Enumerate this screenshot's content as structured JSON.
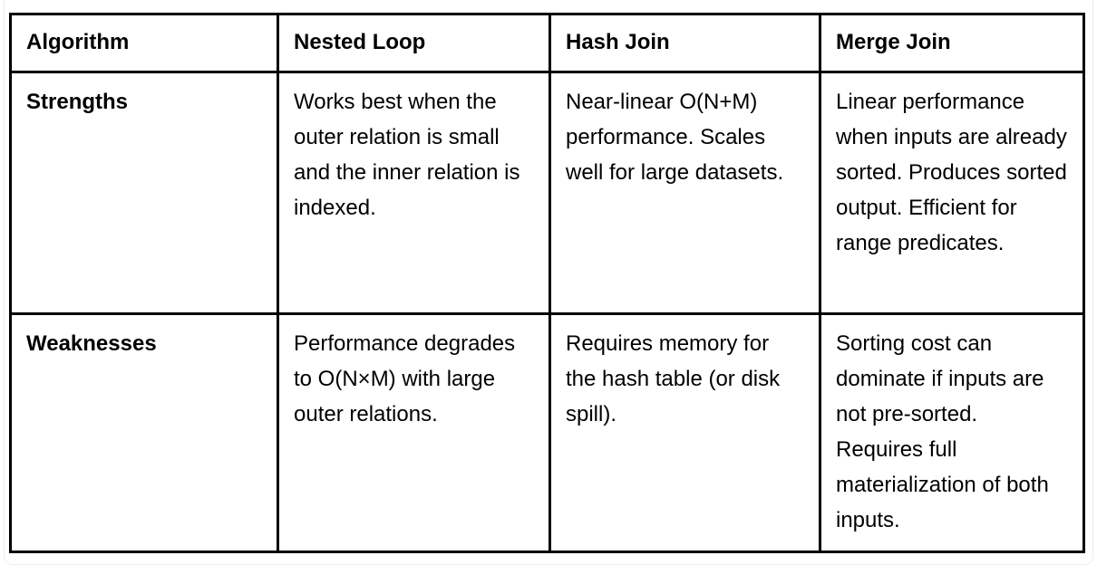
{
  "table": {
    "columns": [
      {
        "key": "label",
        "header": "Algorithm"
      },
      {
        "key": "nested_loop",
        "header": "Nested Loop"
      },
      {
        "key": "hash_join",
        "header": "Hash Join"
      },
      {
        "key": "merge_join",
        "header": "Merge Join"
      }
    ],
    "rows": [
      {
        "label": "Strengths",
        "nested_loop": "Works best when the outer relation is small and the inner relation is indexed.",
        "hash_join": "Near-linear O(N+M) performance. Scales well for large datasets.",
        "merge_join": "Linear performance when inputs are already sorted. Produces sorted output. Efficient for range predicates."
      },
      {
        "label": "Weaknesses",
        "nested_loop": "Performance degrades to O(N×M) with large outer relations.",
        "hash_join": "Requires memory for the hash table (or disk spill).",
        "merge_join": "Sorting cost can dominate if inputs are not pre-sorted. Requires full materialization of both inputs."
      }
    ]
  },
  "style": {
    "border_color": "#000000",
    "text_color": "#000000",
    "background": "#ffffff"
  }
}
